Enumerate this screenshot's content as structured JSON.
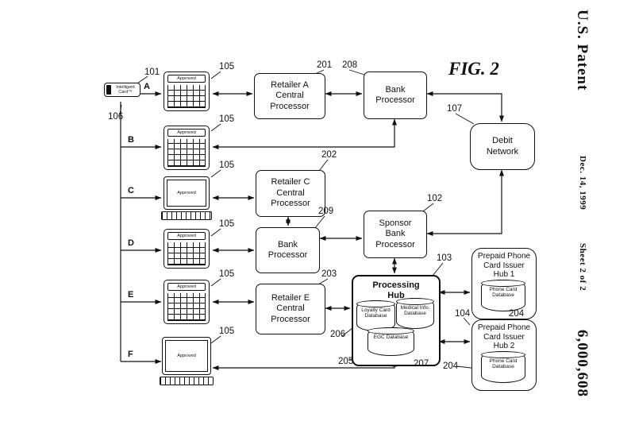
{
  "patent": {
    "header": "U.S. Patent",
    "date": "Dec. 14, 1999",
    "sheet": "Sheet 2 of 2",
    "number": "6,000,608"
  },
  "figure": {
    "title": "FIG. 2"
  },
  "nodes": {
    "card": {
      "label": "Intelligent Card™"
    },
    "retailer_a": {
      "label": "Retailer A Central Processor"
    },
    "bank_top": {
      "label": "Bank Processor"
    },
    "debit": {
      "label": "Debit Network"
    },
    "retailer_c": {
      "label": "Retailer C Central Processor"
    },
    "bank_mid": {
      "label": "Bank Processor"
    },
    "sponsor": {
      "label": "Sponsor Bank Processor"
    },
    "retailer_e": {
      "label": "Retailer E Central Processor"
    },
    "hub": {
      "title": "Processing Hub"
    },
    "loyalty_db": {
      "label": "Loyalty Card Database"
    },
    "medical_db": {
      "label": "Medical Info. Database"
    },
    "egc_db": {
      "label": "EGC Database"
    },
    "issuer1": {
      "label": "Prepaid Phone Card Issuer Hub 1"
    },
    "issuer2": {
      "label": "Prepaid Phone Card Issuer Hub 2"
    },
    "phone_db1": {
      "label": "Phone Card Database"
    },
    "phone_db2": {
      "label": "Phone Card Database"
    }
  },
  "terminals": [
    {
      "branch": "A",
      "display": "Approved",
      "ref": "105"
    },
    {
      "branch": "B",
      "display": "Approved",
      "ref": "105"
    },
    {
      "branch": "C",
      "display": "Approved",
      "ref": "105"
    },
    {
      "branch": "D",
      "display": "Approved",
      "ref": "105"
    },
    {
      "branch": "E",
      "display": "Approved",
      "ref": "105"
    },
    {
      "branch": "F",
      "display": "Approved",
      "ref": "105"
    }
  ],
  "refs": {
    "101": "101",
    "102": "102",
    "103": "103",
    "104": "104",
    "106": "106",
    "107": "107",
    "201": "201",
    "202": "202",
    "203": "203",
    "204": "204",
    "205": "205",
    "206": "206",
    "207": "207",
    "208": "208",
    "209": "209"
  }
}
